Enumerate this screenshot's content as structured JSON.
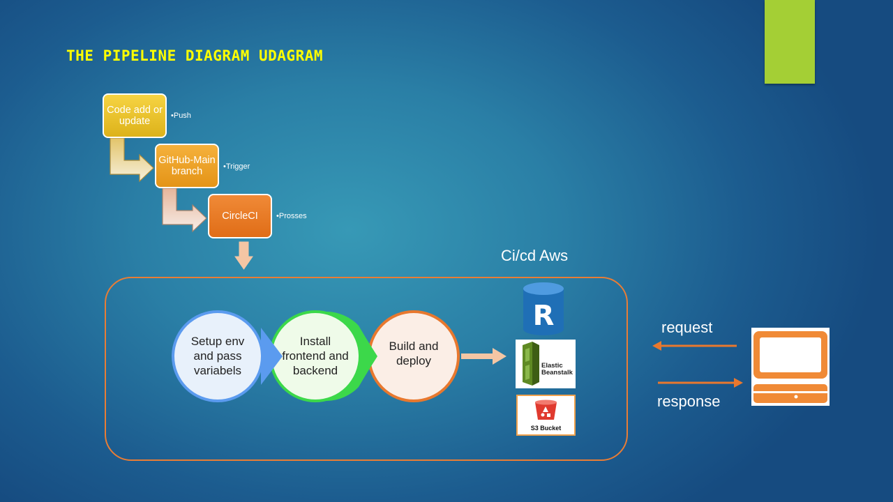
{
  "slide": {
    "title": "THE PIPELINE DIAGRAM UDAGRAM",
    "accent_color": "#a4cf35"
  },
  "pipeline": {
    "steps": [
      {
        "label": "Code add or update",
        "note": "•Push",
        "color": "#e8c02a"
      },
      {
        "label": "GitHub-Main branch",
        "note": "•Trigger",
        "color": "#eea02a"
      },
      {
        "label": "CircleCI",
        "note": "•Prosses",
        "color": "#e87b25"
      }
    ]
  },
  "cicd": {
    "label": "Ci/cd Aws",
    "stages": [
      {
        "label": "Setup env and pass variabels",
        "color": "#5b9bef"
      },
      {
        "label": "Install frontend and backend",
        "color": "#3cd84a"
      },
      {
        "label": "Build and deploy",
        "color": "#e8782e"
      }
    ],
    "services": [
      {
        "icon": "rds-icon",
        "letter": "R",
        "color": "#1f6fb6"
      },
      {
        "icon": "elastic-beanstalk-icon",
        "line1": "Elastic",
        "line2": "Beanstalk",
        "color": "#5f8a23"
      },
      {
        "icon": "s3-bucket-icon",
        "label": "S3 Bucket",
        "color": "#e03a2f"
      }
    ]
  },
  "client": {
    "request": "request",
    "response": "response",
    "icon": "computer-icon",
    "color": "#f08a36"
  }
}
